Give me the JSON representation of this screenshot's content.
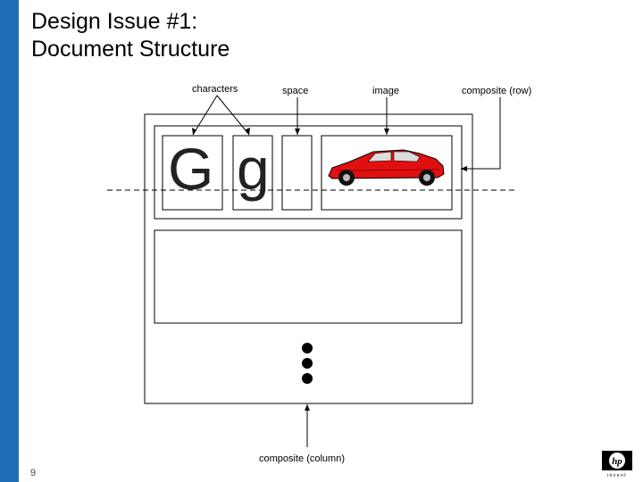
{
  "slide": {
    "title_line1": "Design Issue #1:",
    "title_line2": "Document Structure",
    "page_number": "9"
  },
  "diagram": {
    "labels": {
      "characters": "characters",
      "space": "space",
      "image": "image",
      "composite_row": "composite (row)",
      "composite_column": "composite (column)"
    },
    "glyphs": {
      "upper": "G",
      "lower": "g"
    }
  },
  "logo": {
    "brand": "hp",
    "tagline": "invent"
  },
  "colors": {
    "sidebar": "#1f6eb5",
    "car_body": "#e01010"
  }
}
